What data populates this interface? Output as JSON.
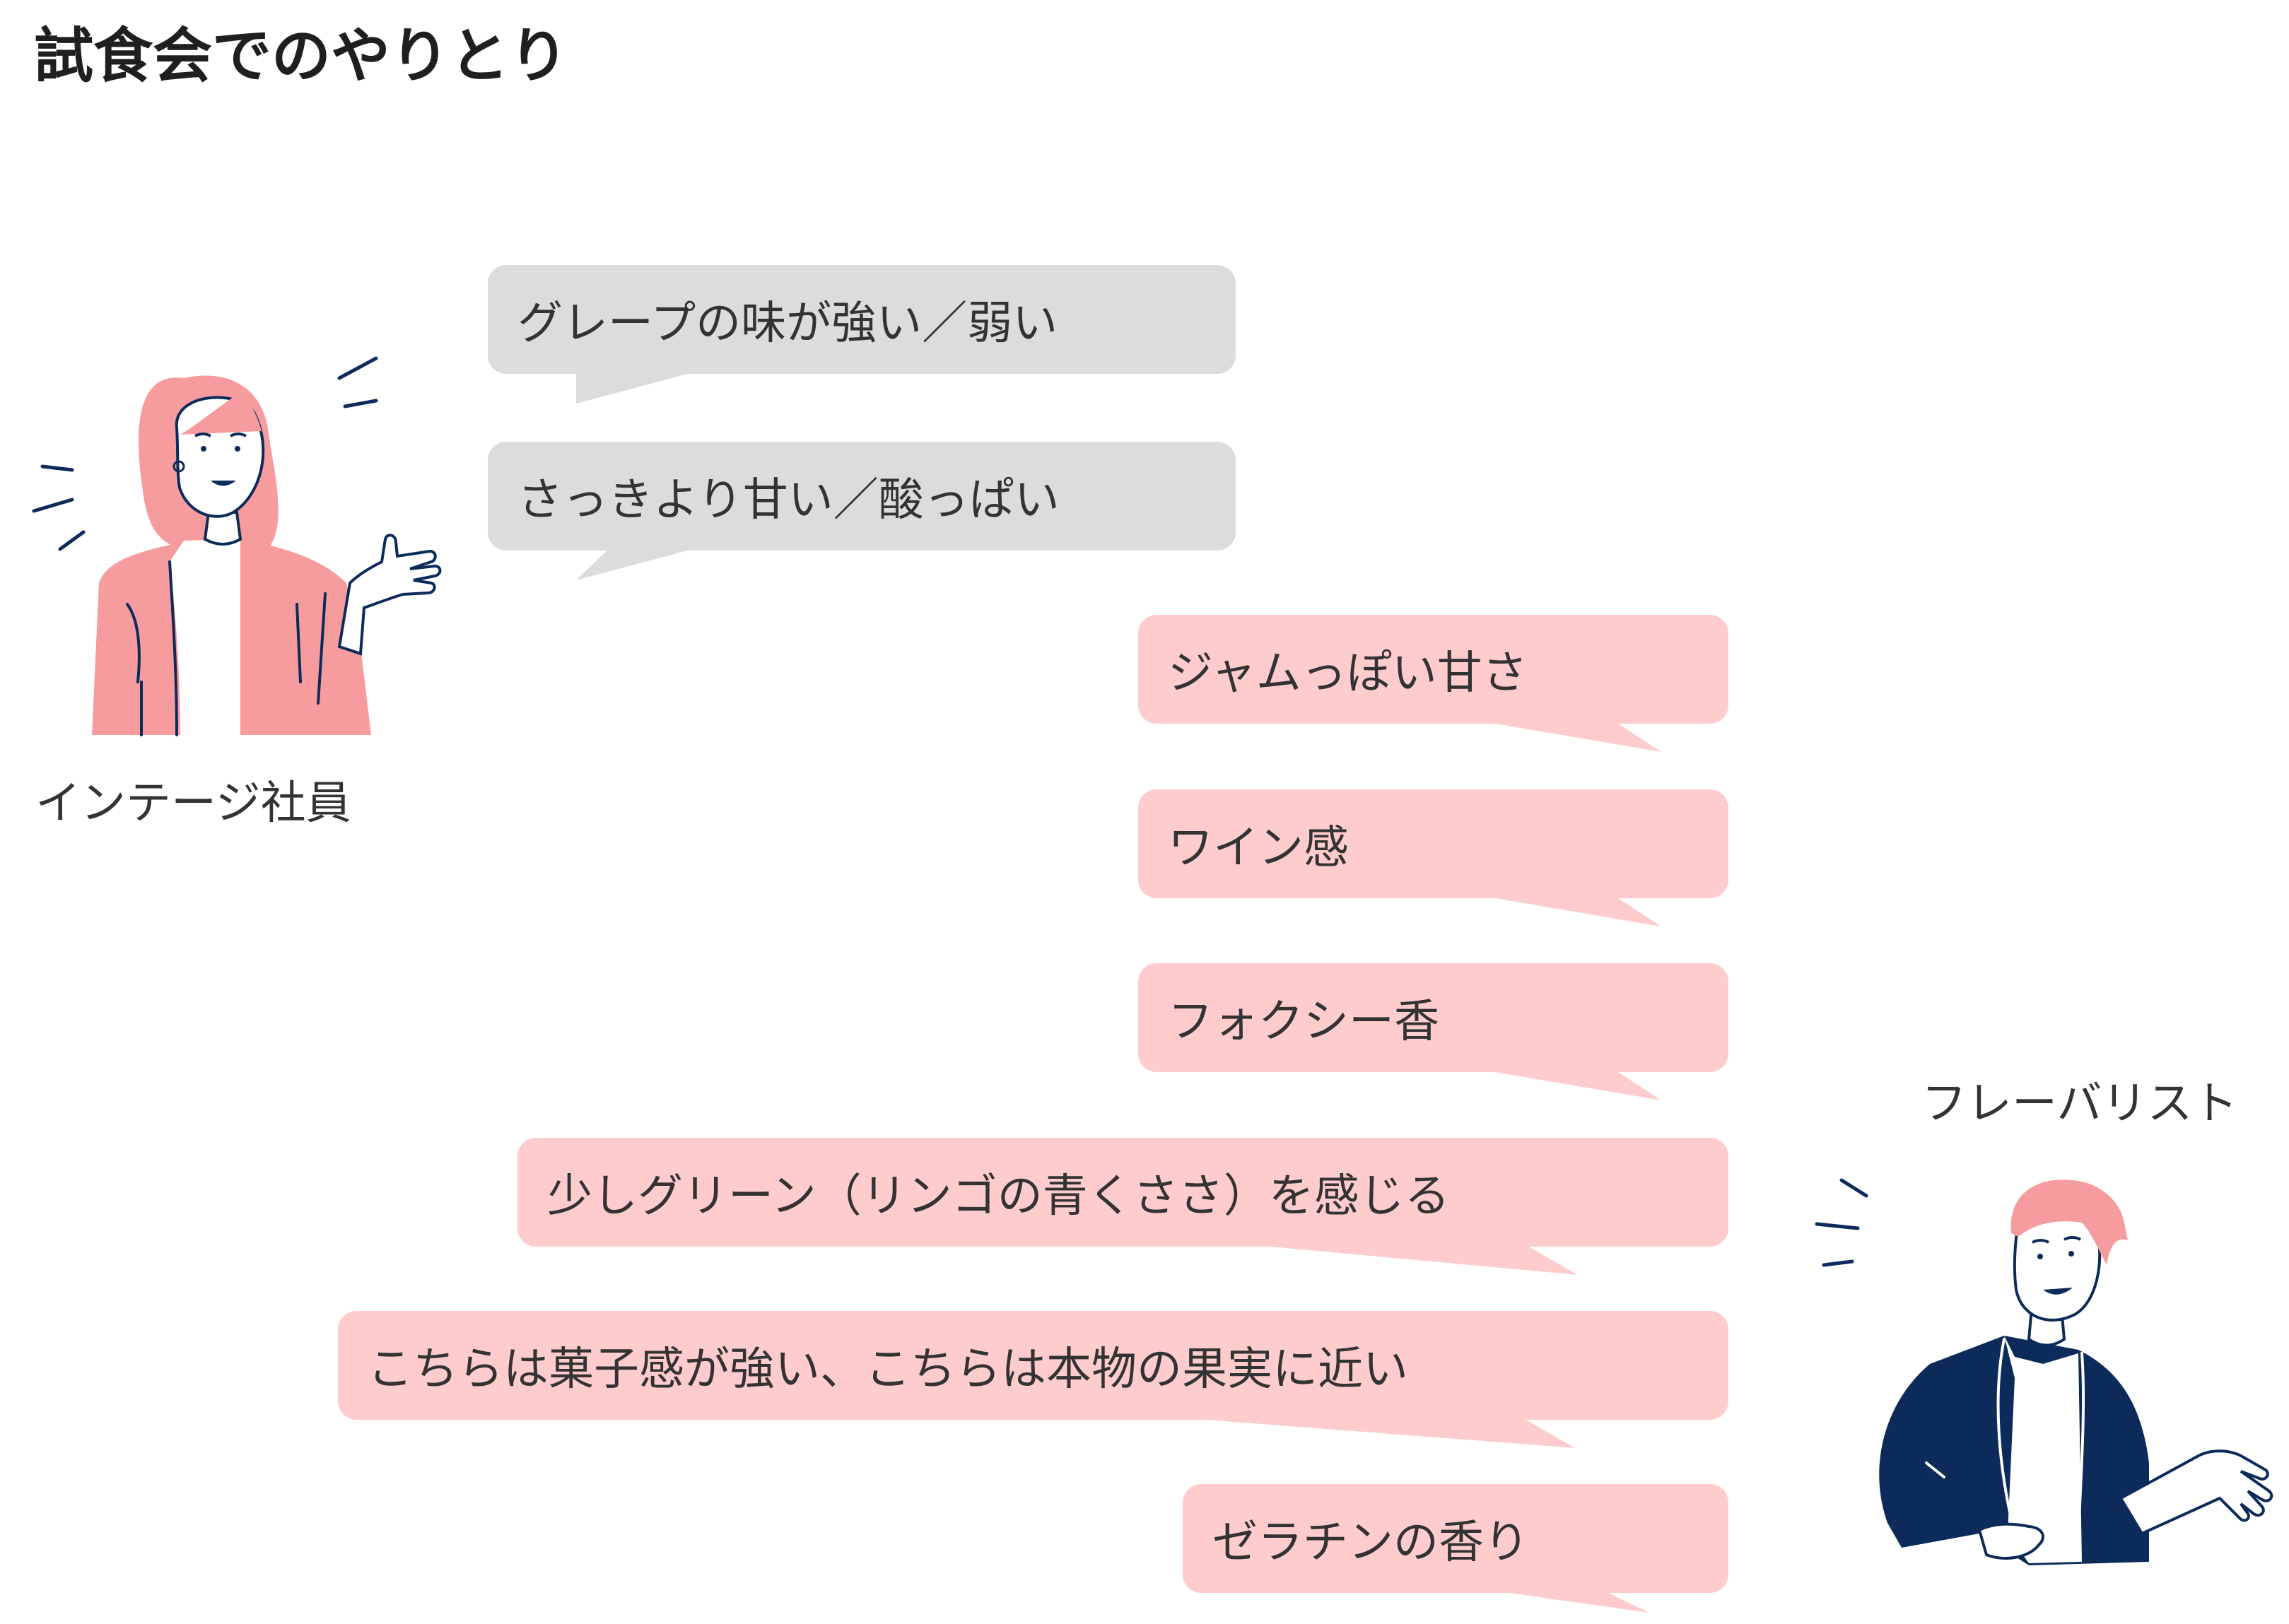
{
  "title": "試食会でのやりとり",
  "employee": {
    "label": "インテージ社員"
  },
  "flavorist": {
    "label": "フレーバリスト"
  },
  "employee_bubbles": [
    "グレープの味が強い／弱い",
    "さっきより甘い／酸っぱい"
  ],
  "flavorist_bubbles": [
    "ジャムっぽい甘さ",
    "ワイン感",
    "フォクシー香",
    "少しグリーン（リンゴの青くささ）を感じる",
    "こちらは菓子感が強い、こちらは本物の果実に近い",
    "ゼラチンの香り"
  ],
  "colors": {
    "employee_bubble": "#dcdcdc",
    "flavorist_bubble": "#ffccce",
    "accent_pink": "#f79c9e",
    "navy": "#0d2b5a"
  }
}
